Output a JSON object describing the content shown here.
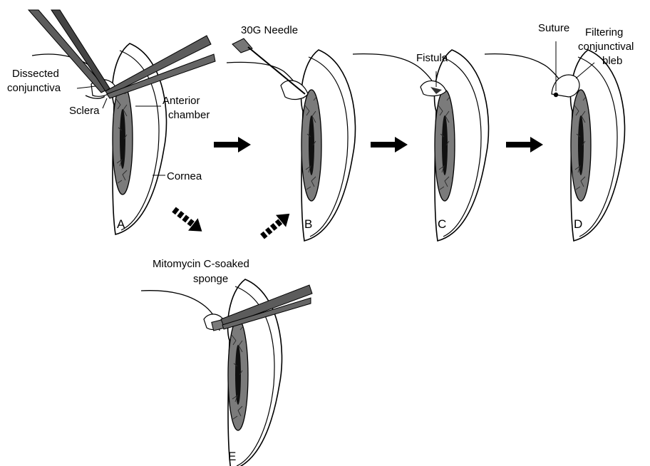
{
  "panels": {
    "a": {
      "label": "A",
      "annotations": {
        "dissected": [
          "Dissected",
          "conjunctiva"
        ],
        "sclera": "Sclera",
        "anterior": [
          "Anterior",
          "chamber"
        ],
        "cornea": "Cornea"
      }
    },
    "b": {
      "label": "B",
      "annotations": {
        "needle": "30G Needle"
      }
    },
    "c": {
      "label": "C",
      "annotations": {
        "fistula": "Fistula"
      }
    },
    "d": {
      "label": "D",
      "annotations": {
        "suture": "Suture",
        "bleb": [
          "Filtering",
          "conjunctival",
          "bleb"
        ]
      }
    },
    "e": {
      "label": "E",
      "annotations": {
        "sponge": [
          "Mitomycin C-soaked",
          "sponge"
        ]
      }
    }
  },
  "colors": {
    "iris": "#7b7b7b",
    "pupil": "#111111",
    "instrument": "#5c5c5c",
    "line": "#000000"
  }
}
